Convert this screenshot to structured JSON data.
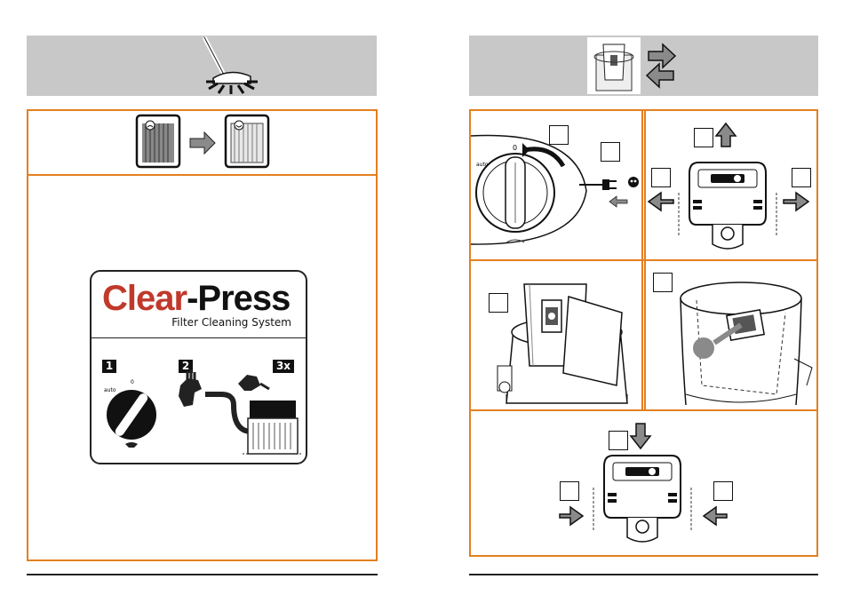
{
  "clear_press_sign": {
    "title_part1": "Clear",
    "title_part2": "-Press",
    "subtitle": "Filter Cleaning System",
    "step1": "1",
    "step2": "2",
    "step3": "3x"
  },
  "dial": {
    "label_auto": "auto",
    "label_zero": "0"
  },
  "colors": {
    "accent_orange": "#e47f1f",
    "header_gray": "#c8c8c8",
    "title_red": "#c0392b",
    "arrow_gray": "#8a8a8a"
  }
}
